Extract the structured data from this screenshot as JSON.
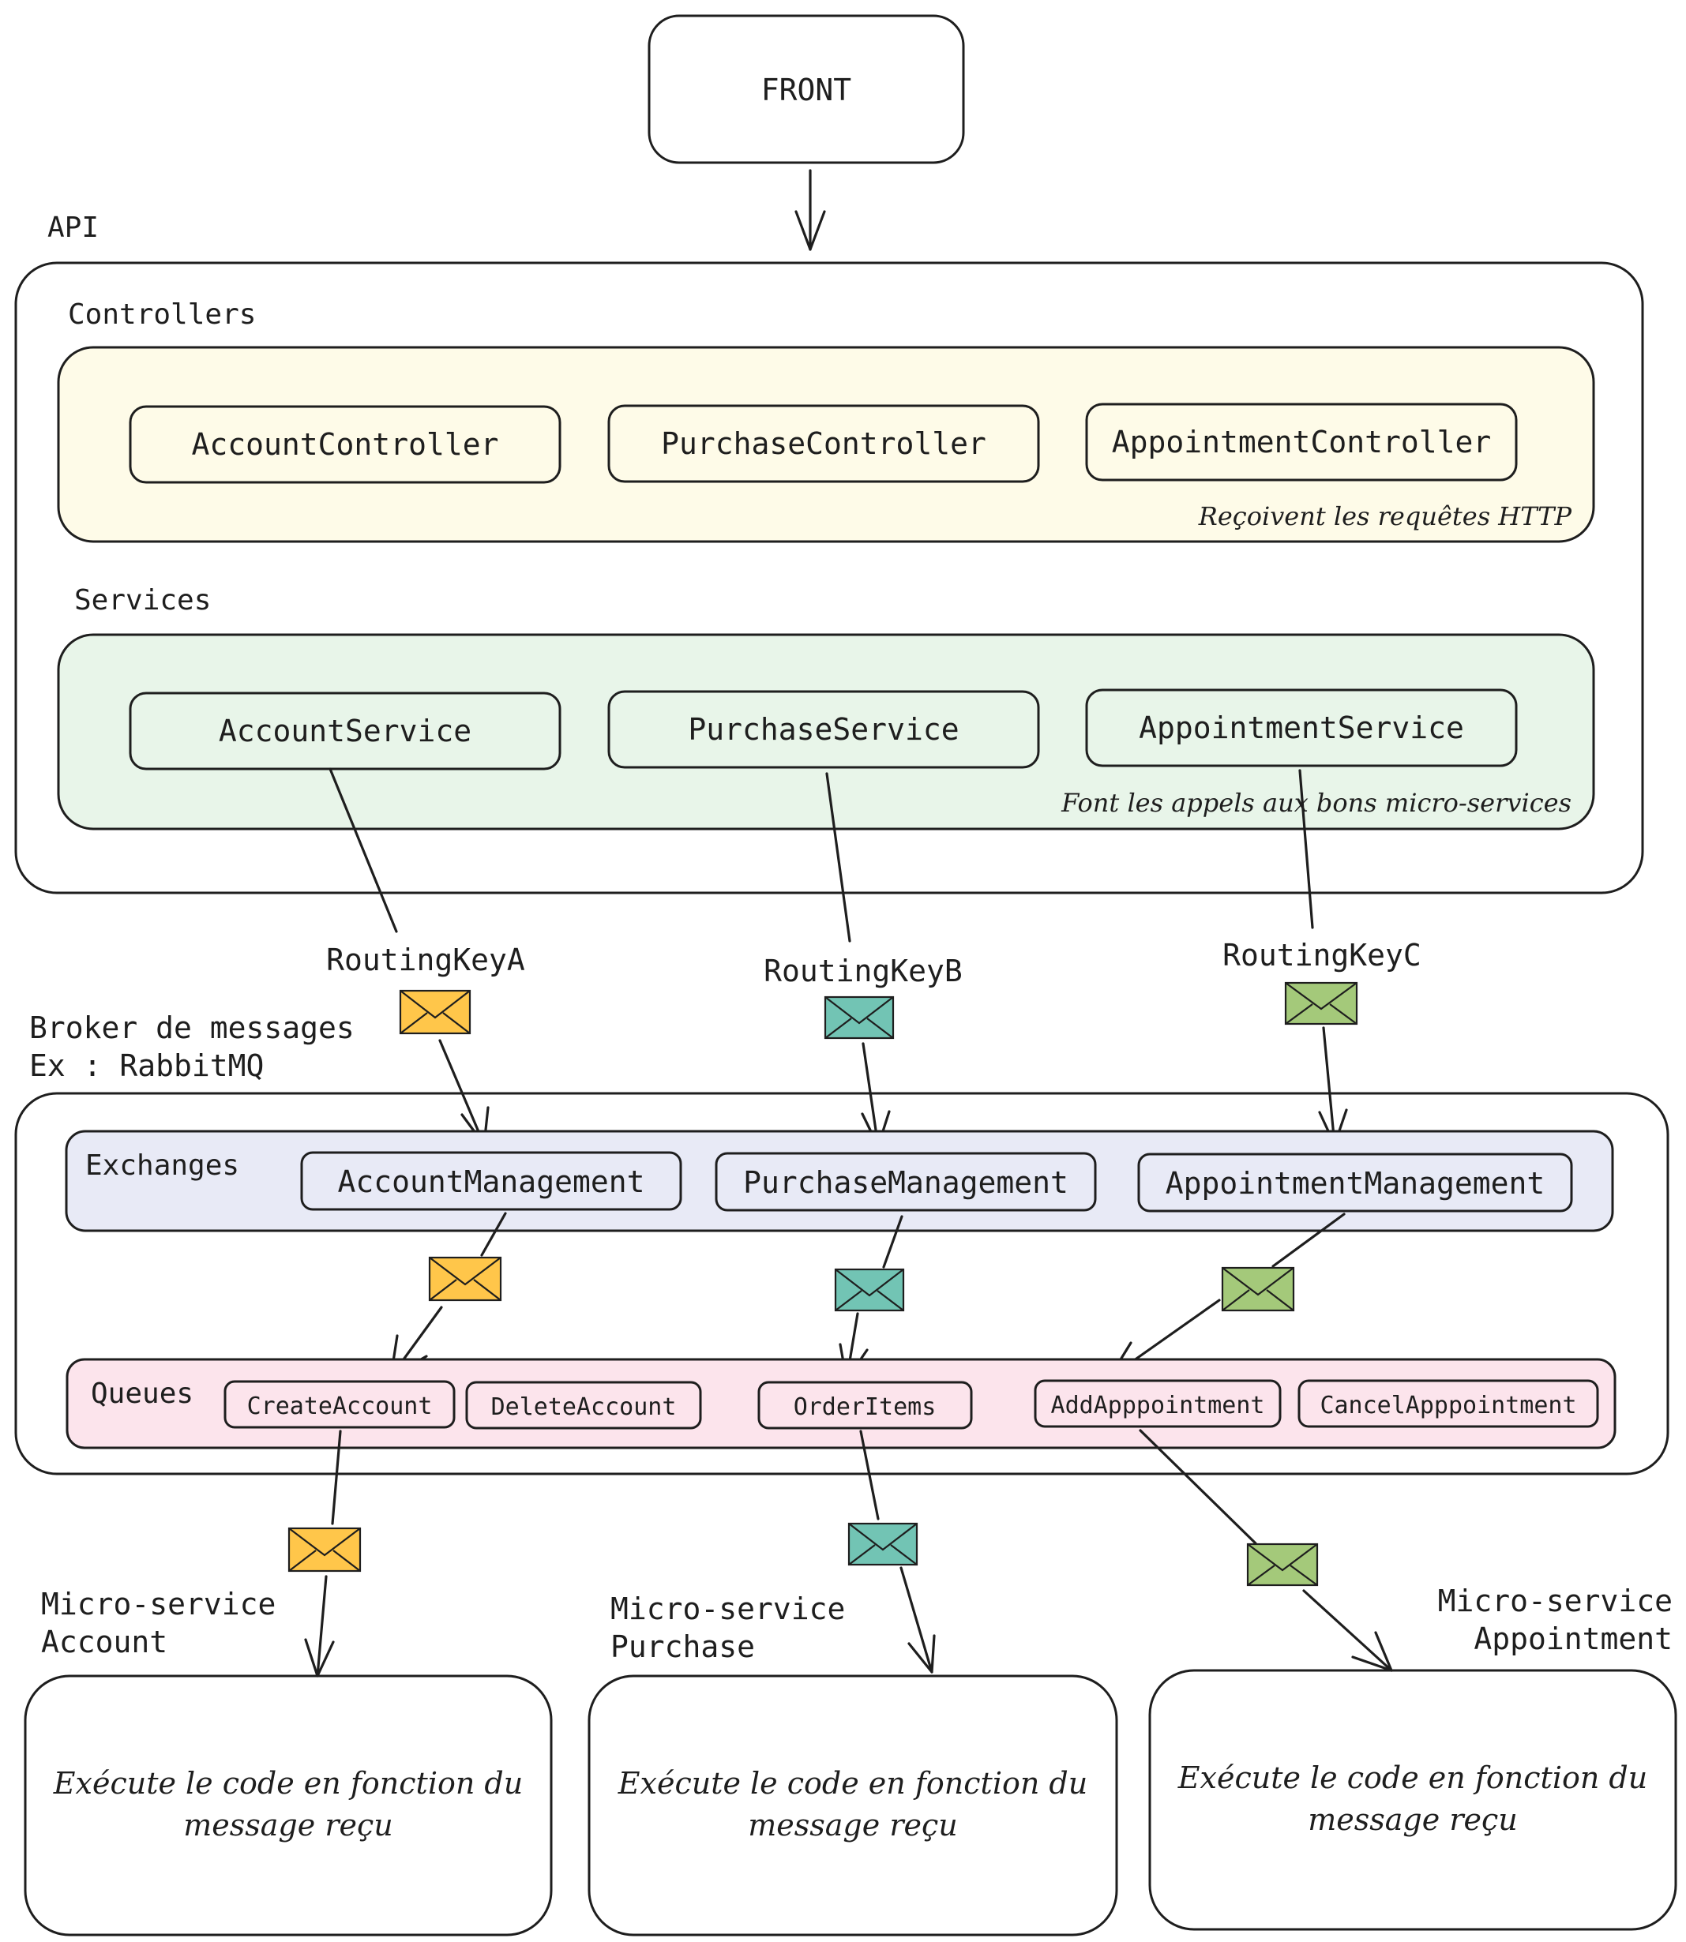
{
  "colors": {
    "controllers_bg": "#fefbe8",
    "services_bg": "#e8f5e9",
    "exchanges_bg": "#e8eaf6",
    "queues_bg": "#fce4ec",
    "envelope_account": "#ffc64a",
    "envelope_purchase": "#72c4b4",
    "envelope_appointment": "#a4c97a"
  },
  "front": {
    "label": "FRONT"
  },
  "api": {
    "title": "API",
    "controllers": {
      "title": "Controllers",
      "note": "Reçoivent les requêtes HTTP",
      "items": [
        "AccountController",
        "PurchaseController",
        "AppointmentController"
      ]
    },
    "services": {
      "title": "Services",
      "note": "Font les appels aux bons micro-services",
      "items": [
        "AccountService",
        "PurchaseService",
        "AppointmentService"
      ]
    }
  },
  "routing_keys": [
    "RoutingKeyA",
    "RoutingKeyB",
    "RoutingKeyC"
  ],
  "broker": {
    "title_line1": "Broker de messages",
    "title_line2": "Ex : RabbitMQ",
    "exchanges": {
      "title": "Exchanges",
      "items": [
        "AccountManagement",
        "PurchaseManagement",
        "AppointmentManagement"
      ]
    },
    "queues": {
      "title": "Queues",
      "items": [
        "CreateAccount",
        "DeleteAccount",
        "OrderItems",
        "AddApppointment",
        "CancelApppointment"
      ]
    }
  },
  "microservices": [
    {
      "title_line1": "Micro-service",
      "title_line2": "Account",
      "body_line1": "Exécute le code en fonction du",
      "body_line2": "message reçu"
    },
    {
      "title_line1": "Micro-service",
      "title_line2": "Purchase",
      "body_line1": "Exécute le code en fonction du",
      "body_line2": "message reçu"
    },
    {
      "title_line1": "Micro-service",
      "title_line2": "Appointment",
      "body_line1": "Exécute le code en fonction du",
      "body_line2": "message reçu"
    }
  ],
  "envelope_icon": "envelope-icon"
}
